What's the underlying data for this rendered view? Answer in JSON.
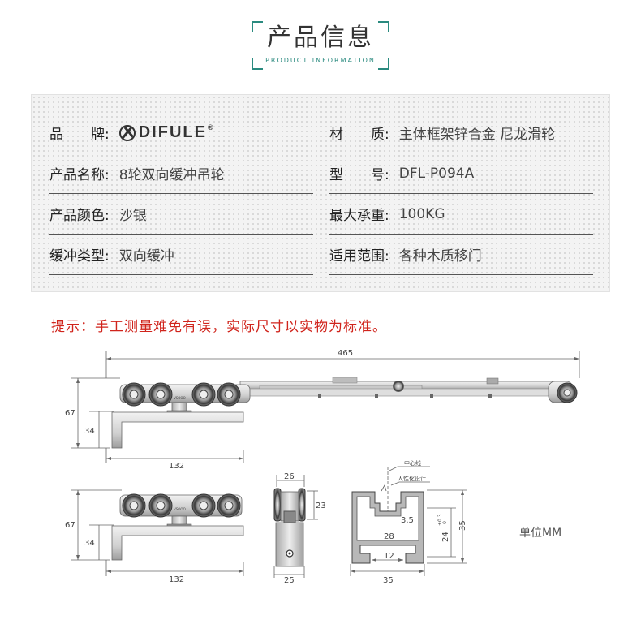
{
  "header": {
    "title_cn": "产品信息",
    "title_en": "PRODUCT INFORMATION"
  },
  "specs": {
    "brand_label": "品　　牌:",
    "brand_name": "DIFULE",
    "brand_reg": "®",
    "material_label": "材　　质:",
    "material_value": "主体框架锌合金 尼龙滑轮",
    "name_label": "产品名称:",
    "name_value": "8轮双向缓冲吊轮",
    "model_label": "型　　号:",
    "model_value": "DFL-P094A",
    "color_label": "产品颜色:",
    "color_value": "沙银",
    "load_label": "最大承重:",
    "load_value": "100KG",
    "buffer_label": "缓冲类型:",
    "buffer_value": "双向缓冲",
    "usage_label": "适用范围:",
    "usage_value": "各种木质移门"
  },
  "notice": "提示：手工测量难免有误，实际尺寸以实物为标准。",
  "drawing": {
    "dim_total_length": "465",
    "dim_height": "67",
    "dim_bracket_height": "34",
    "dim_bracket_width": "132",
    "dim_side_width": "26",
    "dim_side_height": "23",
    "dim_side_base": "25",
    "dim_track_width": "35",
    "dim_track_height": "35",
    "dim_track_inner": "24",
    "dim_track_tol_plus": "+0.3",
    "dim_track_tol_minus": "-0",
    "dim_track_slot": "28",
    "dim_track_gap": "3.5",
    "dim_track_bottom": "12",
    "note_center": "中心线",
    "note_design": "人性化设计",
    "wheel_label": "VSOOO",
    "unit": "单位MM"
  },
  "colors": {
    "accent": "#2a8a7f",
    "notice": "#d0241c",
    "line": "#555555"
  }
}
